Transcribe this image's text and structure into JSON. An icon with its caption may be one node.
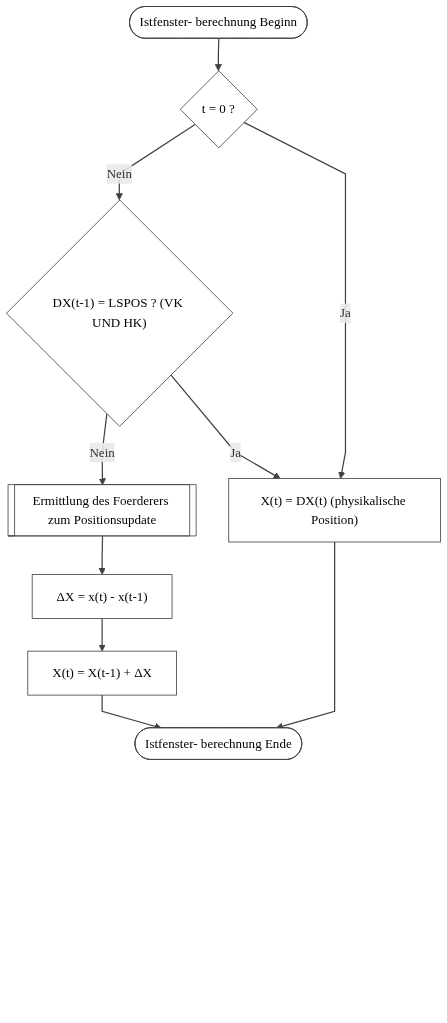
{
  "diagram": {
    "nodes": [
      {
        "text": [
          "Istfenster- berechnung Beginn"
        ]
      },
      {
        "text": [
          "t = 0 ?"
        ]
      },
      {
        "text": [
          "DX(t-1) = LSPOS ? (VK UND HK)"
        ]
      },
      {
        "text": [
          "Ermittlung des Foerderers zum Positionsupdate"
        ]
      },
      {
        "text": [
          "ΔX = x(t) - x(t-1)"
        ]
      },
      {
        "text": [
          "X(t) = X(t-1) + ΔX"
        ]
      },
      {
        "text": [
          "X(t) = DX(t) (physikalische Position)"
        ]
      },
      {
        "text": [
          "Istfenster- berechnung Ende"
        ]
      }
    ],
    "edges": [
      {
        "from": 0,
        "to": 1,
        "arrow": "to"
      },
      {
        "from": 1,
        "to": 2,
        "arrow": "to",
        "label": "Nein"
      },
      {
        "from": 2,
        "to": 3,
        "arrow": "to",
        "label": "Nein"
      },
      {
        "from": 3,
        "to": 4,
        "arrow": "to"
      },
      {
        "from": 4,
        "to": 5,
        "arrow": "to"
      },
      {
        "from": 5,
        "to": 7,
        "arrow": "to"
      },
      {
        "from": 1,
        "to": 6,
        "arrow": "to",
        "label": "Ja"
      },
      {
        "from": 2,
        "to": 6,
        "arrow": "to",
        "label": "Ja"
      },
      {
        "from": 6,
        "to": 7,
        "arrow": "to"
      }
    ]
  }
}
